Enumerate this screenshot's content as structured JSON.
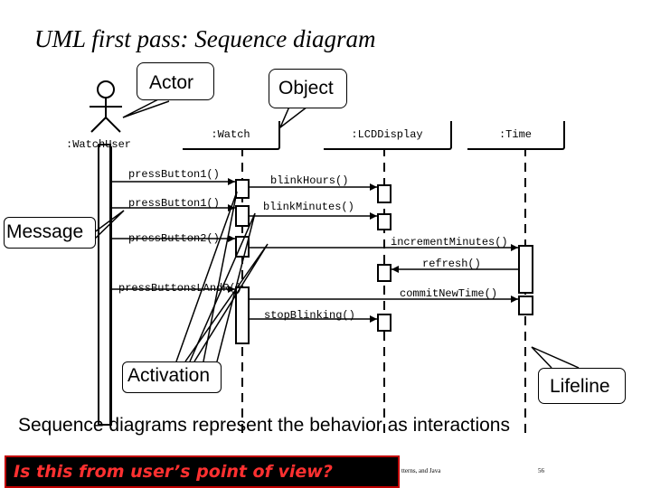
{
  "title": "UML first pass: Sequence diagram",
  "objects": {
    "watch_user": ":WatchUser",
    "watch": ":Watch",
    "lcd_display": ":LCDDisplay",
    "time": ":Time"
  },
  "messages": [
    "pressButton1()",
    "blinkHours()",
    "pressButton1()",
    "blinkMinutes()",
    "pressButton2()",
    "incrementMinutes()",
    "refresh()",
    "pressButtonsLAndR()",
    "commitNewTime()",
    "stopBlinking()"
  ],
  "callouts": {
    "actor": "Actor",
    "object": "Object",
    "message": "Message",
    "activation": "Activation",
    "lifeline": "Lifeline"
  },
  "caption": "Sequence diagrams represent the behavior as interactions",
  "banner": "Is this from user’s point of view?",
  "footer": {
    "left": "tterns, and Java",
    "page": "56"
  }
}
